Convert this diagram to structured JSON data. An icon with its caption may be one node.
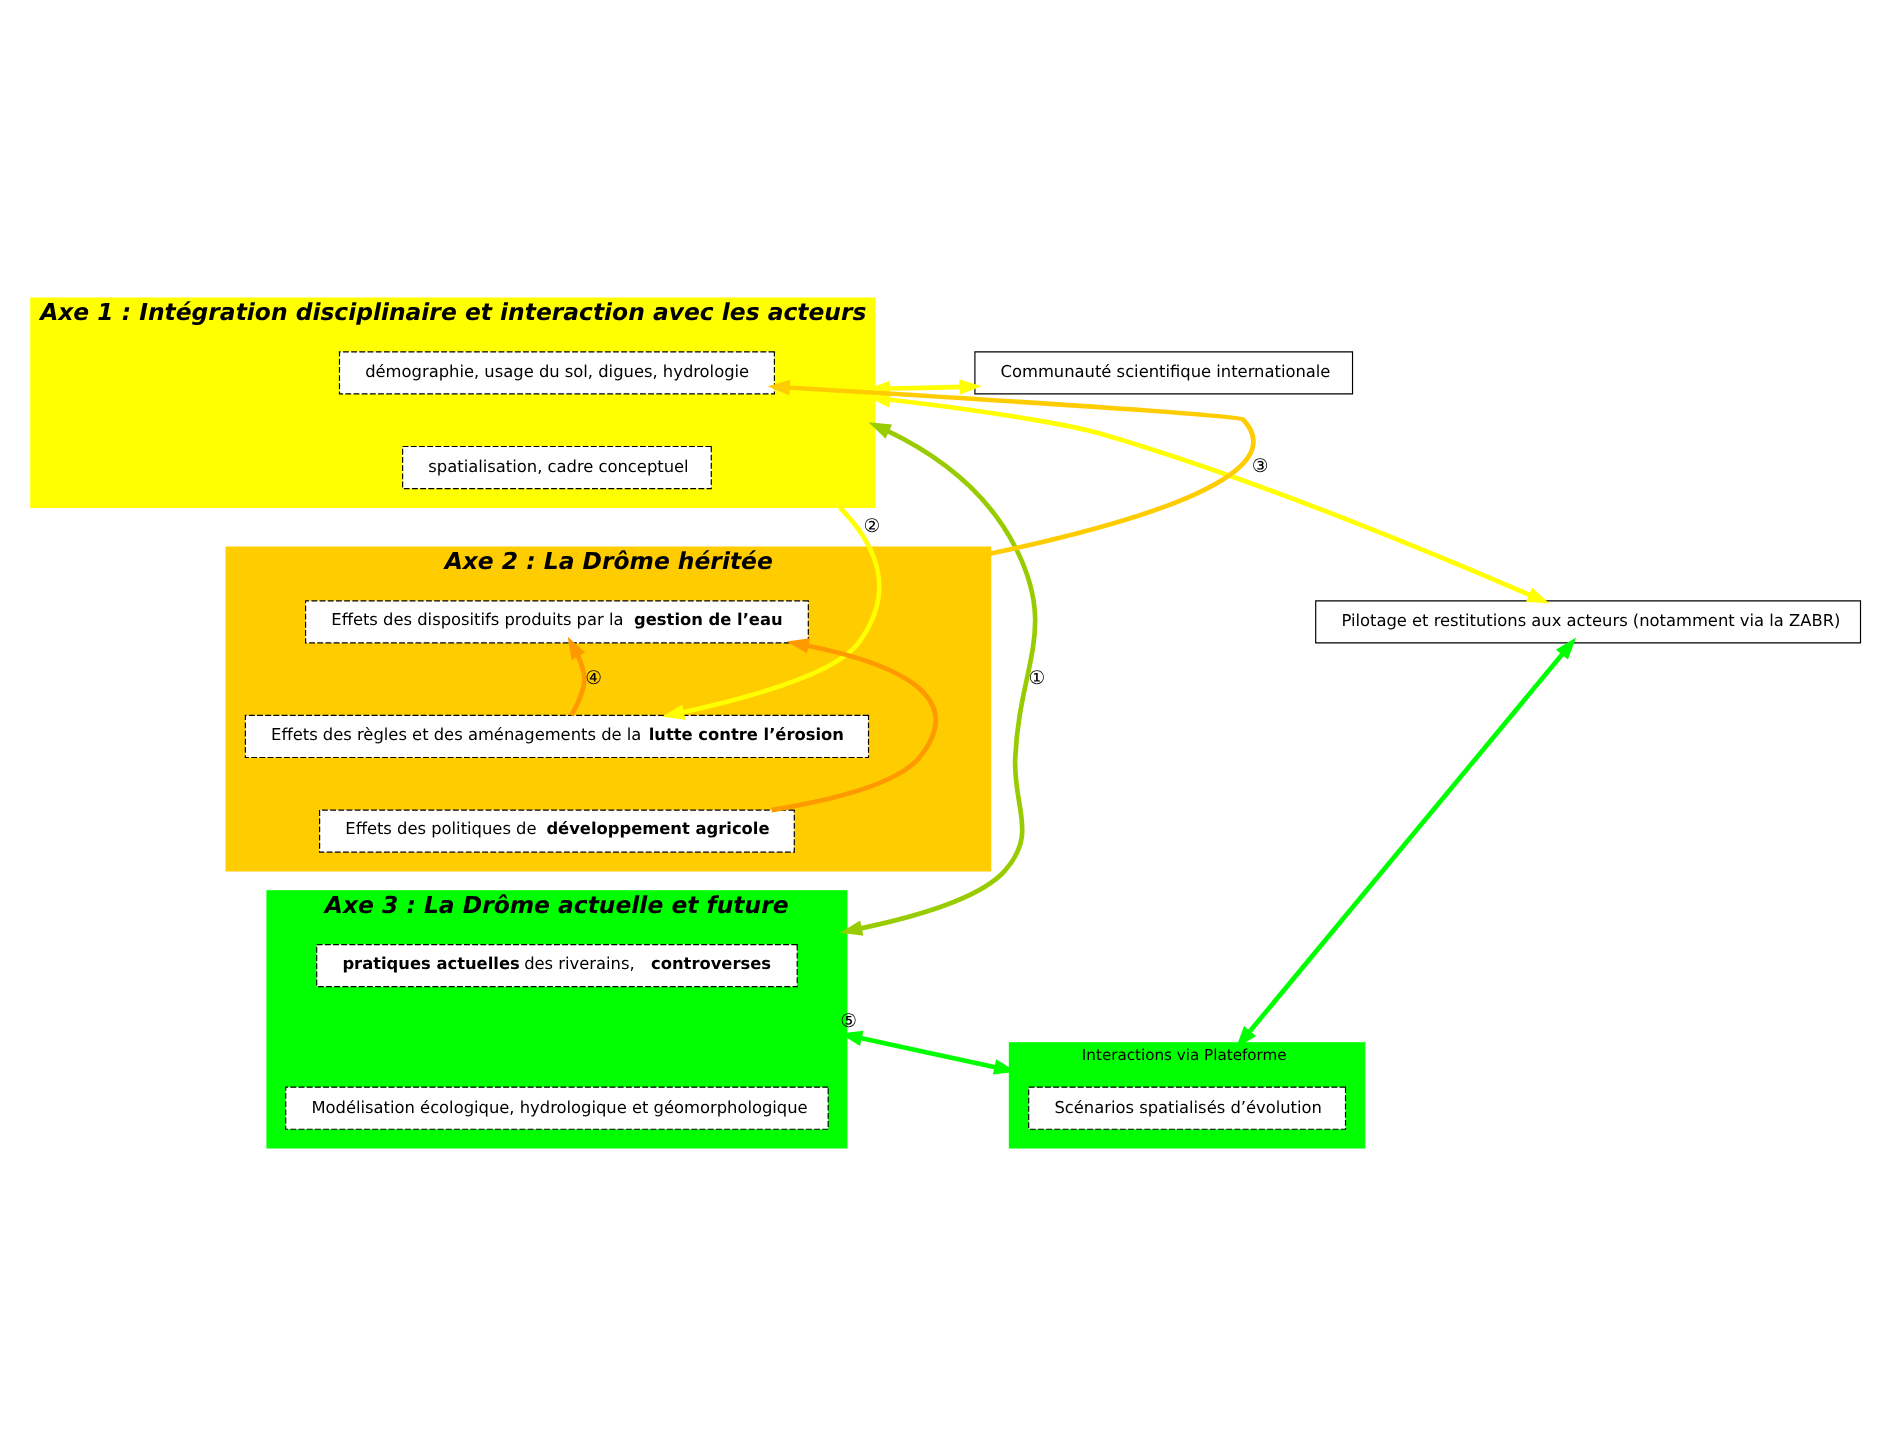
{
  "diagram": {
    "nodes": [
      {
        "text": [
          "Axe 1 : Intégration disciplinaire et interaction avec les acteurs"
        ]
      },
      {
        "text": [
          "démographie, usage du sol, digues, hydrologie"
        ],
        "in": 0
      },
      {
        "text": [
          "spatialisation, cadre conceptuel"
        ],
        "in": 0
      },
      {
        "text": [
          "Axe 2 : La Drôme héritée"
        ]
      },
      {
        "text": [
          "Effets des dispositifs produits par la **gestion de l’eau**"
        ],
        "in": 3
      },
      {
        "text": [
          "Effets des règles et des aménagements de la **lutte contre l’érosion**"
        ],
        "in": 3
      },
      {
        "text": [
          "Effets des politiques de **développement agricole**"
        ],
        "in": 3
      },
      {
        "text": [
          "Axe 3 : La Drôme actuelle et future"
        ]
      },
      {
        "text": [
          "**pratiques actuelles** des riverains, **controverses**"
        ],
        "in": 7
      },
      {
        "text": [
          "Modélisation écologique, hydrologique et géomorphologique"
        ],
        "in": 7
      },
      {
        "text": [
          "Communauté scientifique internationale"
        ]
      },
      {
        "text": [
          "Pilotage et restitutions aux acteurs (notamment via la ZABR)"
        ]
      },
      {
        "text": [
          "Interactions via Plateforme"
        ]
      },
      {
        "text": [
          "Scénarios spatialisés d’évolution"
        ],
        "in": 12
      }
    ],
    "edges": [
      {
        "from": 0,
        "to": 7,
        "arrow": "both",
        "label": "①",
        "color": "#99cc00"
      },
      {
        "from": 0,
        "to": 5,
        "arrow": "to",
        "label": "②",
        "color": "#ffff00"
      },
      {
        "from": 3,
        "to": 1,
        "arrow": "to",
        "label": "③",
        "color": "#ffcc00"
      },
      {
        "from": 5,
        "to": 4,
        "arrow": "to",
        "label": "④",
        "color": "#ff9900"
      },
      {
        "from": 6,
        "to": 4,
        "arrow": "to",
        "color": "#ff9900"
      },
      {
        "from": 0,
        "to": 10,
        "arrow": "both",
        "color": "#ffff00"
      },
      {
        "from": 0,
        "to": 11,
        "arrow": "both",
        "color": "#ffff00"
      },
      {
        "from": 11,
        "to": 12,
        "arrow": "both",
        "color": "#00ff00"
      },
      {
        "from": 7,
        "to": 12,
        "arrow": "both",
        "label": "⑤",
        "color": "#00ff00"
      }
    ]
  }
}
